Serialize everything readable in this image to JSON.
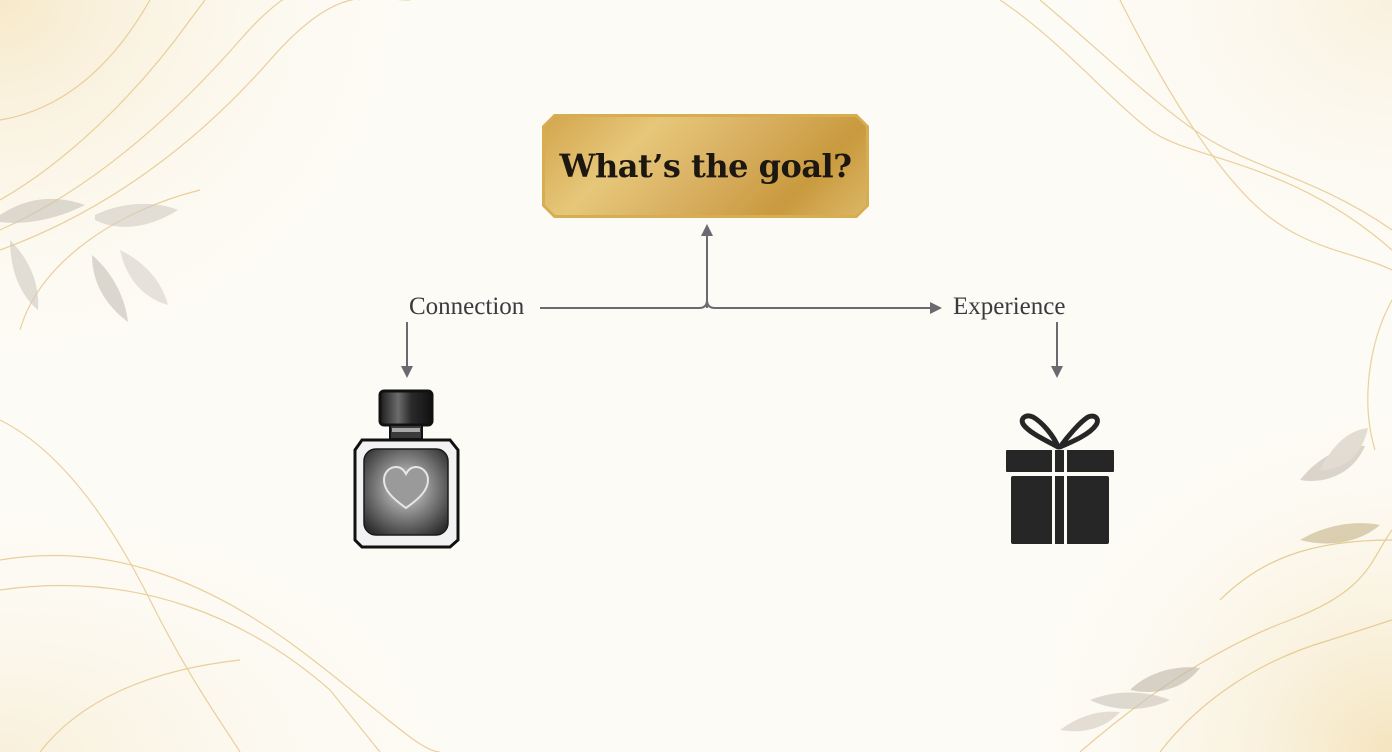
{
  "diagram": {
    "goal": {
      "label": "What’s the goal?"
    },
    "branches": [
      {
        "label": "Connection",
        "icon": "perfume-bottle-icon"
      },
      {
        "label": "Experience",
        "icon": "gift-box-icon"
      }
    ]
  },
  "colors": {
    "background": "#fdfbf5",
    "gold": "#d7ad52",
    "connector": "#6a6a70",
    "icon_dark": "#262626"
  }
}
